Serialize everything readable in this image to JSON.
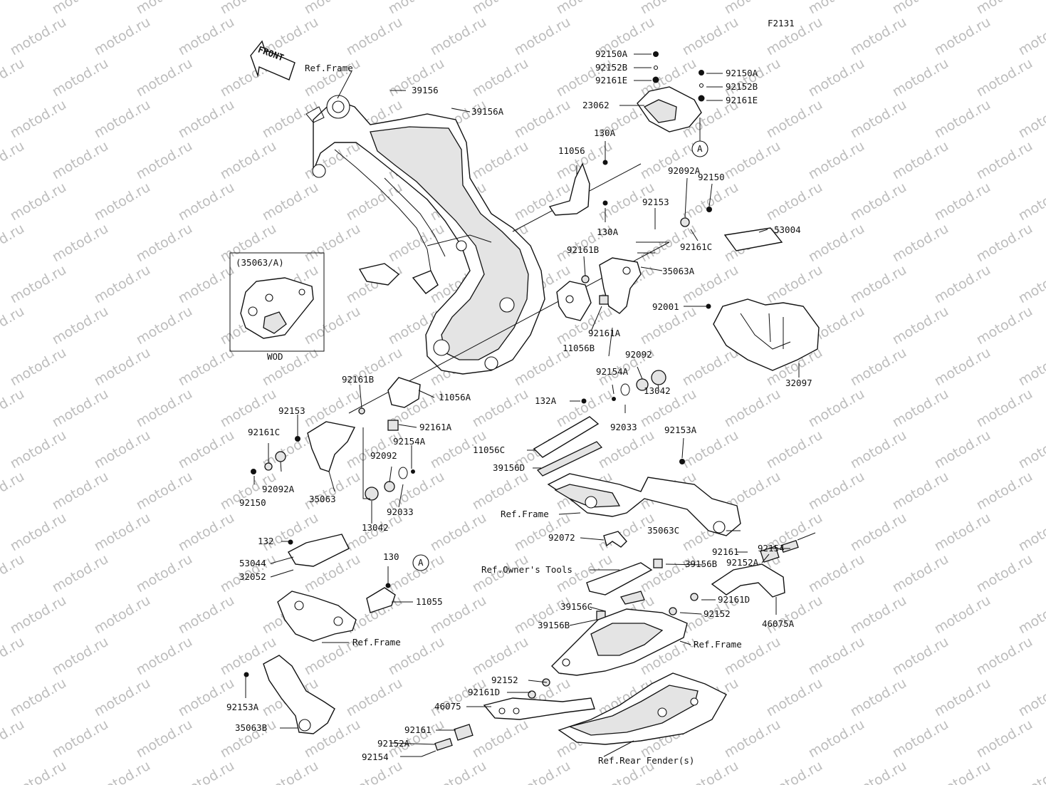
{
  "figure_code": "F2131",
  "front_arrow_label": "FRONT",
  "watermark_text": "motod.ru",
  "inset": {
    "title": "(35063/A)",
    "caption": "WOD"
  },
  "callout_markers": [
    "A",
    "A"
  ],
  "labels": [
    "Ref.Frame",
    "39156",
    "39156A",
    "92150A",
    "92152B",
    "92161E",
    "23062",
    "92150A",
    "92152B",
    "92161E",
    "130A",
    "11056",
    "130A",
    "92150",
    "92092A",
    "92153",
    "53004",
    "92161C",
    "92161B",
    "35063A",
    "92001",
    "11056B",
    "92161A",
    "32097",
    "92092",
    "92154A",
    "13042",
    "92033",
    "132A",
    "92161B",
    "11056A",
    "92161A",
    "92153",
    "92161C",
    "92154A",
    "92092",
    "92150",
    "92092A",
    "35063",
    "92033",
    "13042",
    "11056C",
    "39156D",
    "92153A",
    "Ref.Frame",
    "35063C",
    "92072",
    "92154",
    "92152A",
    "92161",
    "132",
    "53044",
    "32052",
    "130",
    "Ref.Owner's Tools",
    "39156B",
    "11055",
    "92161D",
    "46075A",
    "92152",
    "39156C",
    "39156B",
    "Ref.Frame",
    "Ref.Frame",
    "92152",
    "92161D",
    "46075",
    "92153A",
    "92161",
    "35063B",
    "92152A",
    "92154",
    "Ref.Rear Fender(s)"
  ]
}
